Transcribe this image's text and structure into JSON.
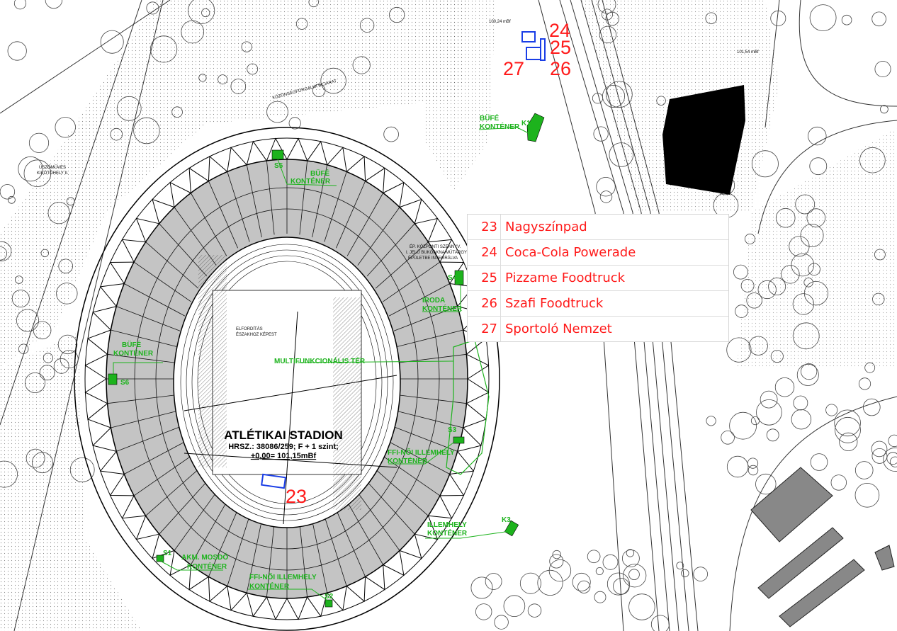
{
  "stadium": {
    "title": "ATLÉTIKAI STADION",
    "subtitle": "HRSZ.: 38086/259; F + 1 szint;",
    "elevation": "+0,00= 101,15mBf"
  },
  "markers": [
    {
      "id": "23"
    },
    {
      "id": "24"
    },
    {
      "id": "25"
    },
    {
      "id": "26"
    },
    {
      "id": "27"
    }
  ],
  "legend": [
    {
      "num": "23",
      "name": "Nagyszínpad"
    },
    {
      "num": "24",
      "name": "Coca-Cola Powerade"
    },
    {
      "num": "25",
      "name": "Pizzame Foodtruck"
    },
    {
      "num": "26",
      "name": "Szafi Foodtruck"
    },
    {
      "num": "27",
      "name": "Sportoló Nemzet"
    }
  ],
  "containers": {
    "s5": {
      "code": "S5",
      "line1": "BÜFÉ",
      "line2": "KONTÉNER"
    },
    "s6": {
      "code": "S6",
      "line1": "BÜFÉ",
      "line2": "KONTÉNER"
    },
    "s4": {
      "code": "S4",
      "line1": "IRODA",
      "line2": "KONTÉNER"
    },
    "s3": {
      "code": "S3",
      "line1": "FFI-NŐI ILLEMHELY",
      "line2": "KONTÉNER"
    },
    "s1": {
      "code": "S1",
      "line1": "AKM. MOSDÓ",
      "line2": "KONTÉNER"
    },
    "s2": {
      "code": "S2",
      "line1": "FFI-NŐI ILLEMHELY",
      "line2": "KONTÉNER"
    },
    "k1": {
      "code": "K1",
      "line1": "BÜFÉ",
      "line2": "KONTÉNER"
    },
    "k3": {
      "code": "K3",
      "line1": "ILLEMHELY",
      "line2": "KONTÉNER"
    }
  },
  "labels": {
    "multi": "MULTIFUNKCIONÁLIS TÉR",
    "rotation1": "ELFORDÍTÁS",
    "rotation2": "ÉSZAKHOZ KÉPEST",
    "central1": "ÉP. KÖZPONTI SZENNYV.",
    "central2": "I. JELŰ BUKÓAKNA MŰTÁRGY",
    "central3": "ÉPÜLETBE INTEGRÁLVA",
    "swimmer1": "ÚSZÓMŰVES",
    "swimmer2": "KIKÖTŐHELY II.",
    "entry": "KÖZÖNSÉGFORGALMI BEJÁRAT",
    "elev1": "101,54 mBf",
    "elev2": "100,24 mBf"
  },
  "colors": {
    "marker": "#ff1a1a",
    "container": "#1db31d",
    "stage": "#1a3ee6",
    "stands": "#c4c4c4"
  }
}
